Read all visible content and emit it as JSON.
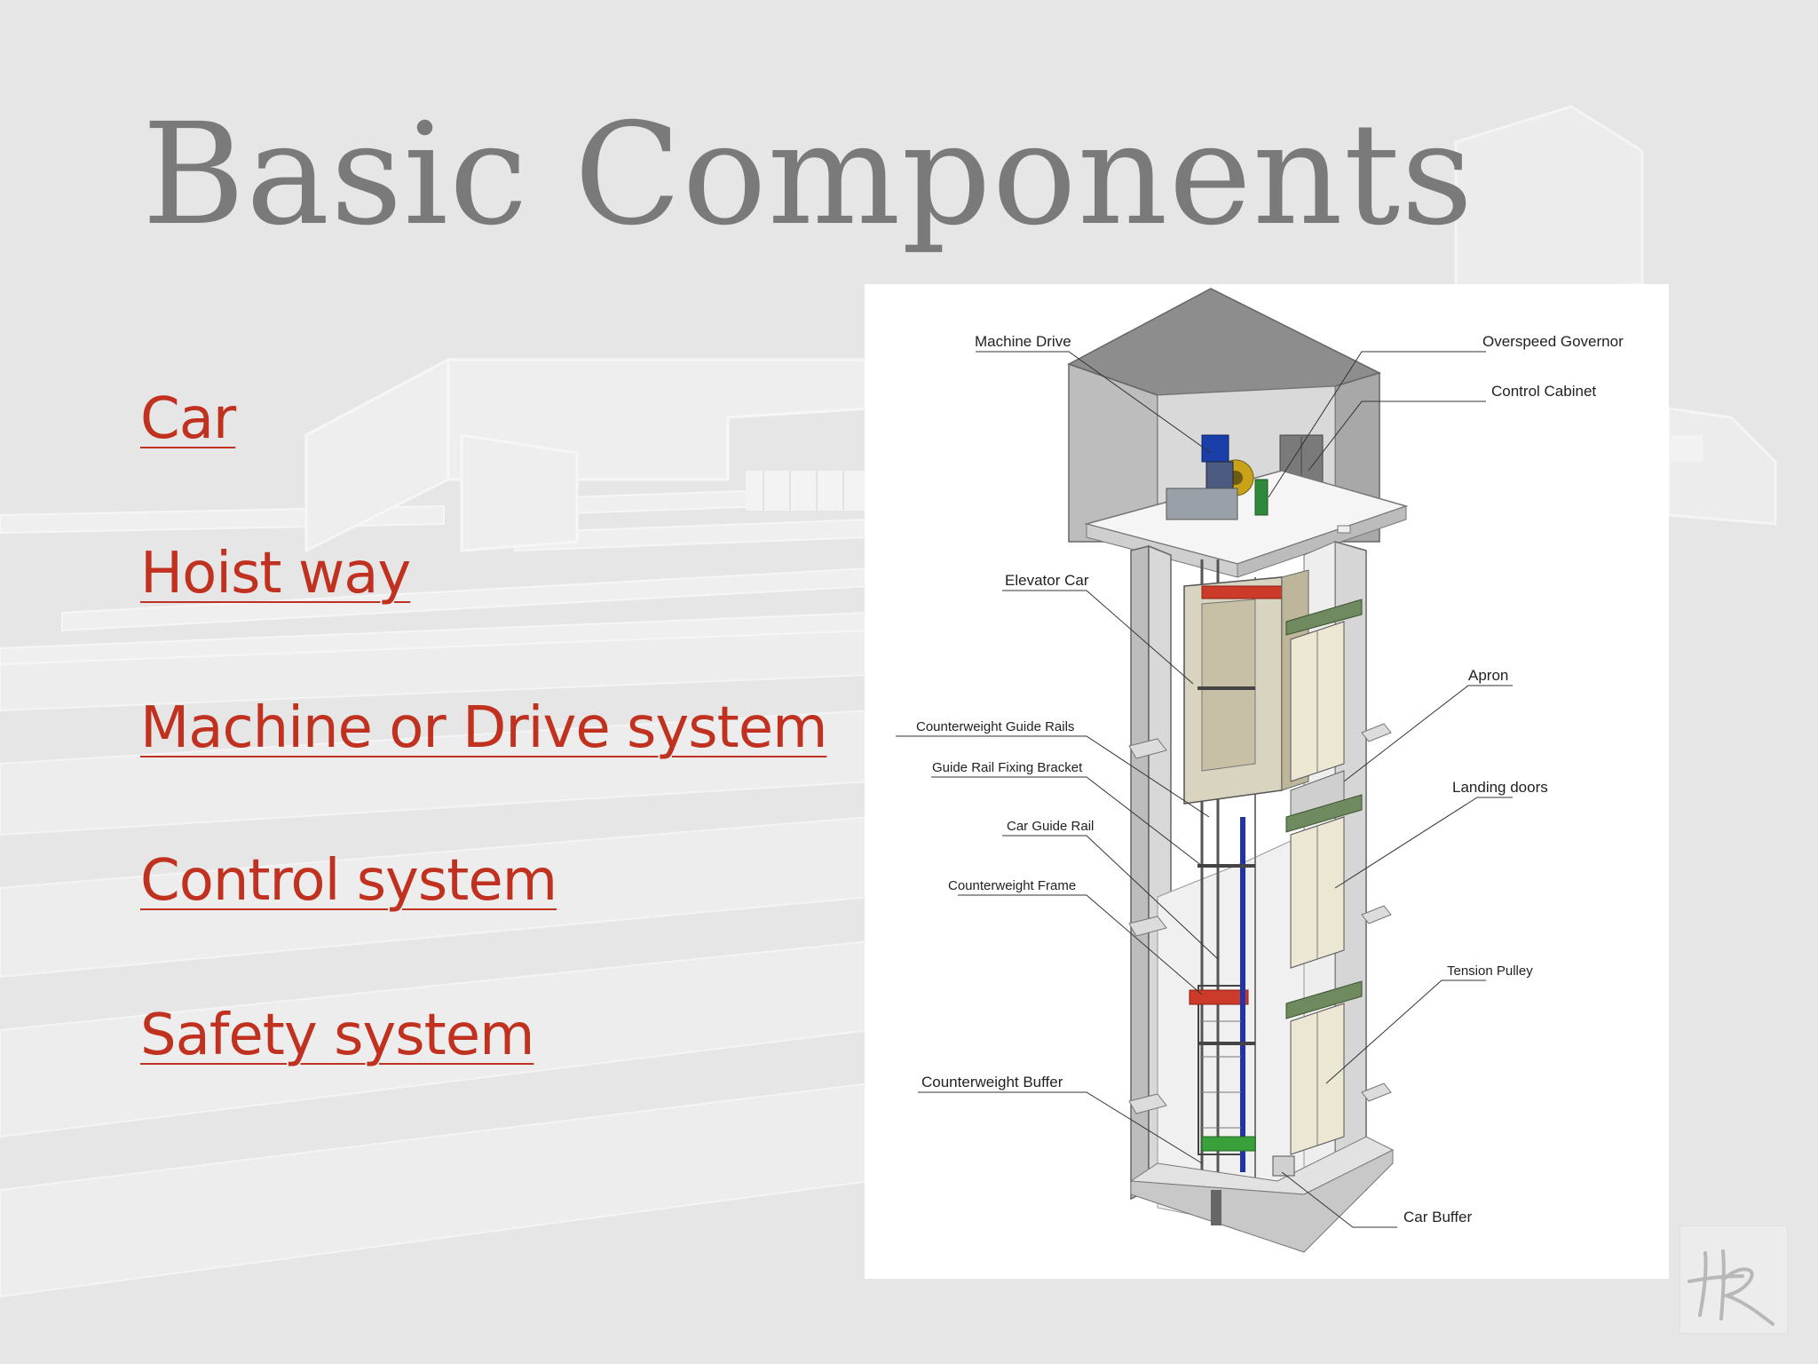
{
  "slide": {
    "title": "Basic Components",
    "accent_color": "#c0311f",
    "title_color": "#7a7a7a"
  },
  "topics": [
    {
      "label": "Car"
    },
    {
      "label": "Hoist way"
    },
    {
      "label": "Machine or Drive system"
    },
    {
      "label": "Control system"
    },
    {
      "label": "Safety system"
    }
  ],
  "diagram": {
    "labels": {
      "machine_drive": "Machine Drive",
      "overspeed_governor": "Overspeed Governor",
      "control_cabinet": "Control Cabinet",
      "elevator_car": "Elevator Car",
      "apron": "Apron",
      "counterweight_guide_rails": "Counterweight Guide Rails",
      "guide_rail_fixing_bracket": "Guide Rail Fixing Bracket",
      "landing_doors": "Landing doors",
      "car_guide_rail": "Car Guide Rail",
      "counterweight_frame": "Counterweight Frame",
      "tension_pulley": "Tension Pulley",
      "counterweight_buffer": "Counterweight Buffer",
      "car_buffer": "Car Buffer"
    }
  }
}
